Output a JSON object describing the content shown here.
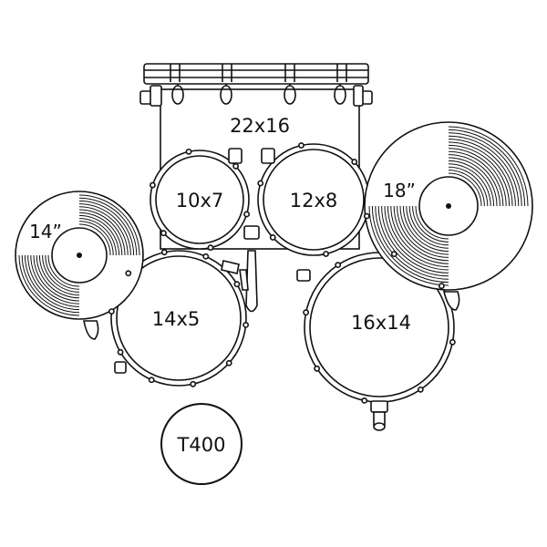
{
  "diagram": {
    "bass_drum": "22x16",
    "tom_high": "10x7",
    "tom_mid": "12x8",
    "snare": "14x5",
    "floor_tom": "16x14",
    "cymbal_left": "14”",
    "cymbal_right": "18”",
    "model_badge": "T400"
  },
  "colors": {
    "stroke": "#111111",
    "background": "#ffffff"
  }
}
